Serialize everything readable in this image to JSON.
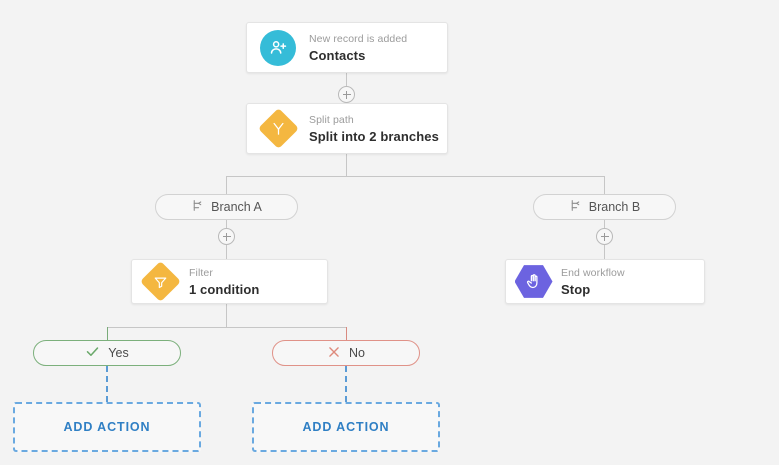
{
  "canvas": {
    "background_color": "#f3f3f3",
    "grid_dot_color": "#cfcfcf"
  },
  "colors": {
    "trigger_icon": "#35bcd8",
    "split_icon": "#f4b740",
    "filter_icon": "#f4b740",
    "stop_icon": "#6c63e0",
    "yes_border": "#7cb07c",
    "no_border": "#e09288",
    "add_action": "#2f7fc4",
    "connector": "#c6c6c6"
  },
  "nodes": {
    "trigger": {
      "subtitle": "New record is added",
      "title": "Contacts",
      "icon": "person-add-icon"
    },
    "split": {
      "subtitle": "Split path",
      "title": "Split into 2 branches",
      "icon": "split-path-icon"
    },
    "filter": {
      "subtitle": "Filter",
      "title": "1 condition",
      "icon": "funnel-icon"
    },
    "stop": {
      "subtitle": "End workflow",
      "title": "Stop",
      "icon": "hand-stop-icon"
    }
  },
  "branches": [
    {
      "label": "Branch A",
      "icon": "branch-icon"
    },
    {
      "label": "Branch B",
      "icon": "branch-icon"
    }
  ],
  "conditions": [
    {
      "label": "Yes",
      "icon": "check-icon"
    },
    {
      "label": "No",
      "icon": "cross-icon"
    }
  ],
  "add_actions": [
    {
      "label": "ADD ACTION"
    },
    {
      "label": "ADD ACTION"
    }
  ],
  "plus_buttons": [
    {
      "name": "add-step-after-trigger"
    },
    {
      "name": "add-step-branch-a"
    },
    {
      "name": "add-step-branch-b"
    }
  ]
}
